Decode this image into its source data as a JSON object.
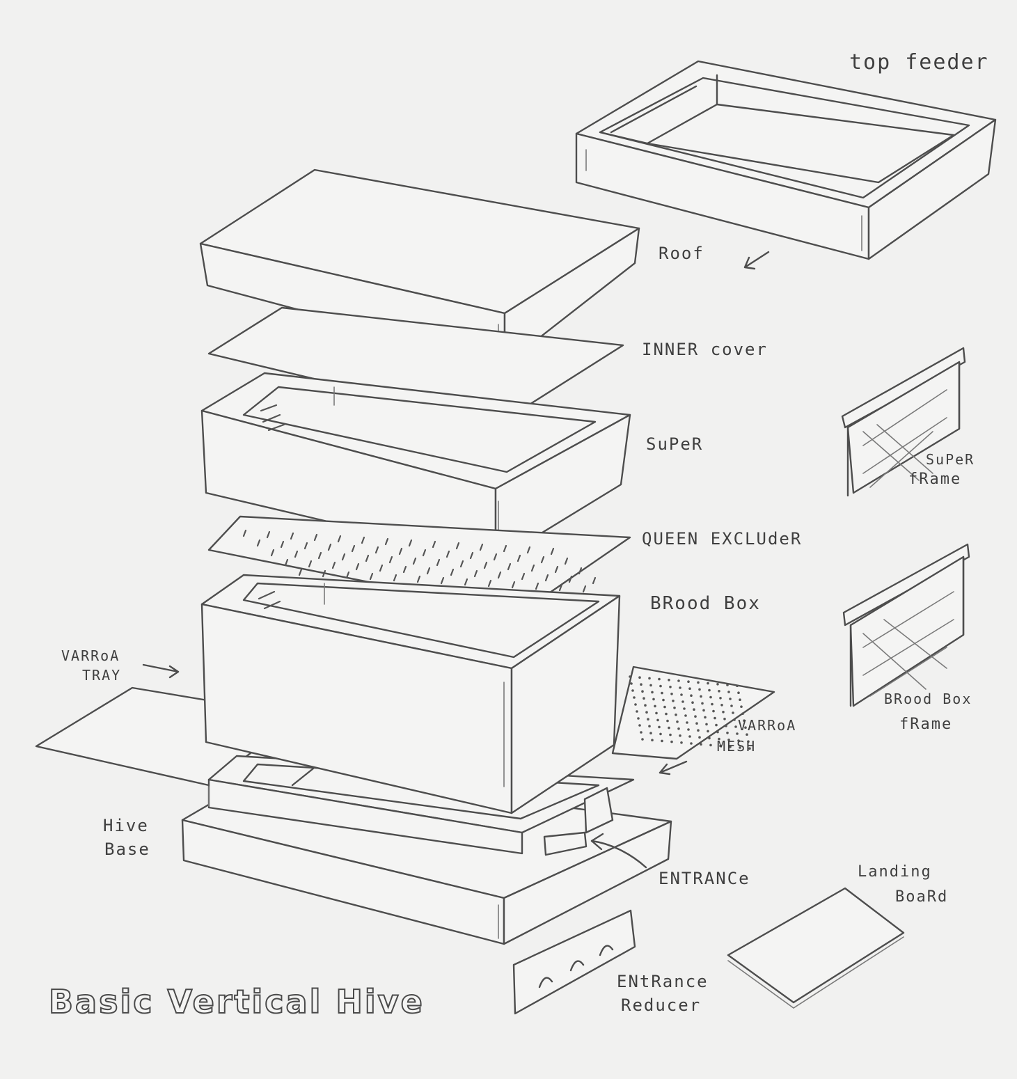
{
  "diagram": {
    "title": "Basic Vertical Hive",
    "labels": {
      "top_feeder": "top feeder",
      "roof": "Roof",
      "inner_cover": "INNER cover",
      "super": "SuPeR",
      "super_frame_line1": "SuPeR",
      "super_frame_line2": "fRame",
      "queen_excluder": "QUEEN EXCLUdeR",
      "brood_box": "BRood Box",
      "brood_frame_line1": "BRood Box",
      "brood_frame_line2": "fRame",
      "varroa_tray_line1": "VARRoA",
      "varroa_tray_line2": "TRAY",
      "varroa_mesh_line1": "VARRoA",
      "varroa_mesh_line2": "MESH",
      "hive_base_line1": "Hive",
      "hive_base_line2": "Base",
      "entrance": "ENTRANCe",
      "landing_board_line1": "Landing",
      "landing_board_line2": "BoaRd",
      "entrance_reducer_line1": "ENtRance",
      "entrance_reducer_line2": "Reducer"
    },
    "style": {
      "paper": "#f1f1f0",
      "pencil": "#4d4d4d"
    }
  }
}
